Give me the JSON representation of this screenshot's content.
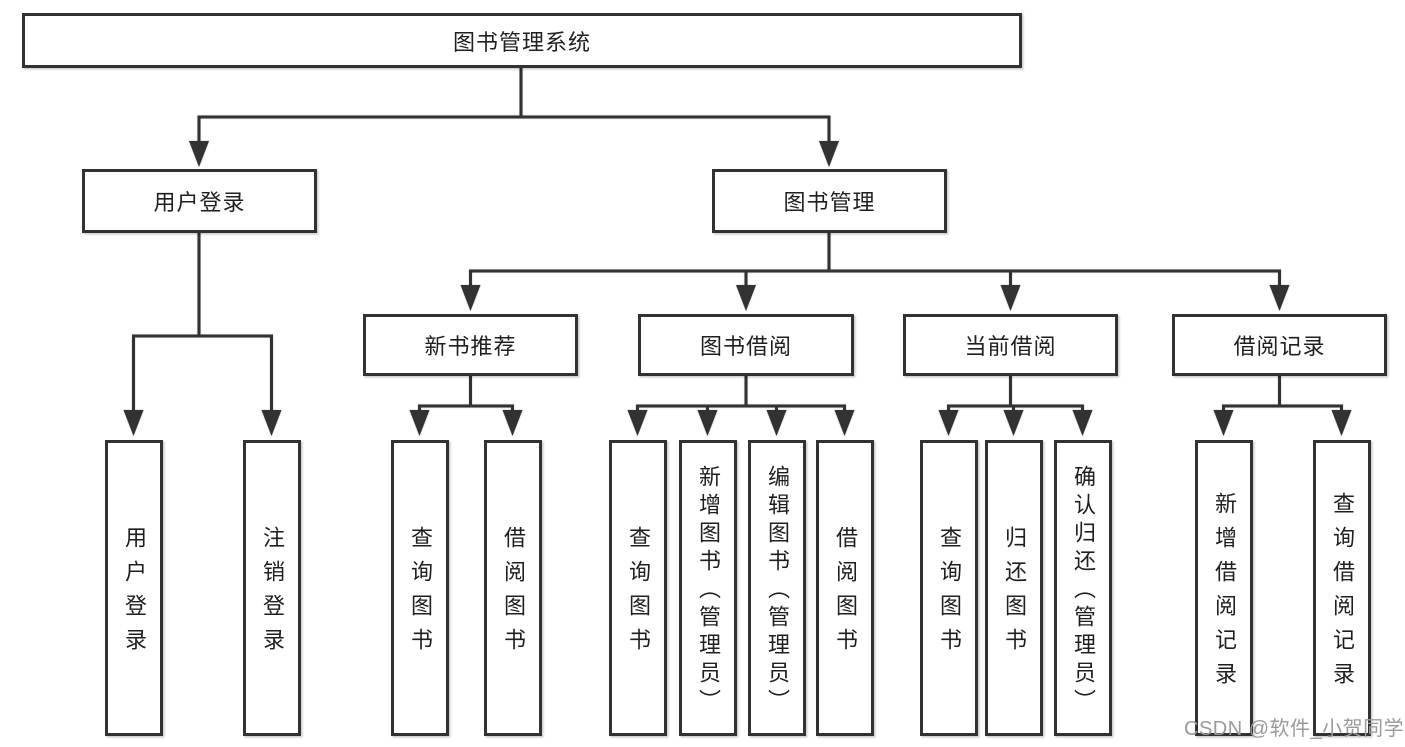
{
  "colors": {
    "line": "#323232",
    "text": "#1f1f1f",
    "box-fill": "#ffffff",
    "watermark": "#9a9a9a"
  },
  "nodes": {
    "root": {
      "label": "图书管理系统"
    },
    "user_login": {
      "label": "用户登录"
    },
    "book_mgmt": {
      "label": "图书管理"
    },
    "new_books": {
      "label": "新书推荐"
    },
    "book_borrow": {
      "label": "图书借阅"
    },
    "current_borrow": {
      "label": "当前借阅"
    },
    "borrow_records": {
      "label": "借阅记录"
    },
    "leaf_login": {
      "label": "用户登录"
    },
    "leaf_logout": {
      "label": "注销登录"
    },
    "leaf_nb_query": {
      "label": "查询图书"
    },
    "leaf_nb_borrow": {
      "label": "借阅图书"
    },
    "leaf_bb_query": {
      "label": "查询图书"
    },
    "leaf_bb_add": {
      "label": "新增图书（管理员）"
    },
    "leaf_bb_edit": {
      "label": "编辑图书（管理员）"
    },
    "leaf_bb_borrow": {
      "label": "借阅图书"
    },
    "leaf_cb_query": {
      "label": "查询图书"
    },
    "leaf_cb_return": {
      "label": "归还图书"
    },
    "leaf_cb_confirm": {
      "label": "确认归还（管理员）"
    },
    "leaf_br_add": {
      "label": "新增借阅记录"
    },
    "leaf_br_query": {
      "label": "查询借阅记录"
    }
  },
  "edges": [
    {
      "from": "图书管理系统",
      "to": "用户登录"
    },
    {
      "from": "图书管理系统",
      "to": "图书管理"
    },
    {
      "from": "用户登录",
      "to": "用户登录"
    },
    {
      "from": "用户登录",
      "to": "注销登录"
    },
    {
      "from": "图书管理",
      "to": "新书推荐"
    },
    {
      "from": "图书管理",
      "to": "图书借阅"
    },
    {
      "from": "图书管理",
      "to": "当前借阅"
    },
    {
      "from": "图书管理",
      "to": "借阅记录"
    },
    {
      "from": "新书推荐",
      "to": "查询图书"
    },
    {
      "from": "新书推荐",
      "to": "借阅图书"
    },
    {
      "from": "图书借阅",
      "to": "查询图书"
    },
    {
      "from": "图书借阅",
      "to": "新增图书（管理员）"
    },
    {
      "from": "图书借阅",
      "to": "编辑图书（管理员）"
    },
    {
      "from": "图书借阅",
      "to": "借阅图书"
    },
    {
      "from": "当前借阅",
      "to": "查询图书"
    },
    {
      "from": "当前借阅",
      "to": "归还图书"
    },
    {
      "from": "当前借阅",
      "to": "确认归还（管理员）"
    },
    {
      "from": "借阅记录",
      "to": "新增借阅记录"
    },
    {
      "from": "借阅记录",
      "to": "查询借阅记录"
    }
  ],
  "watermark": {
    "text": "CSDN @软件_小贺同学"
  }
}
